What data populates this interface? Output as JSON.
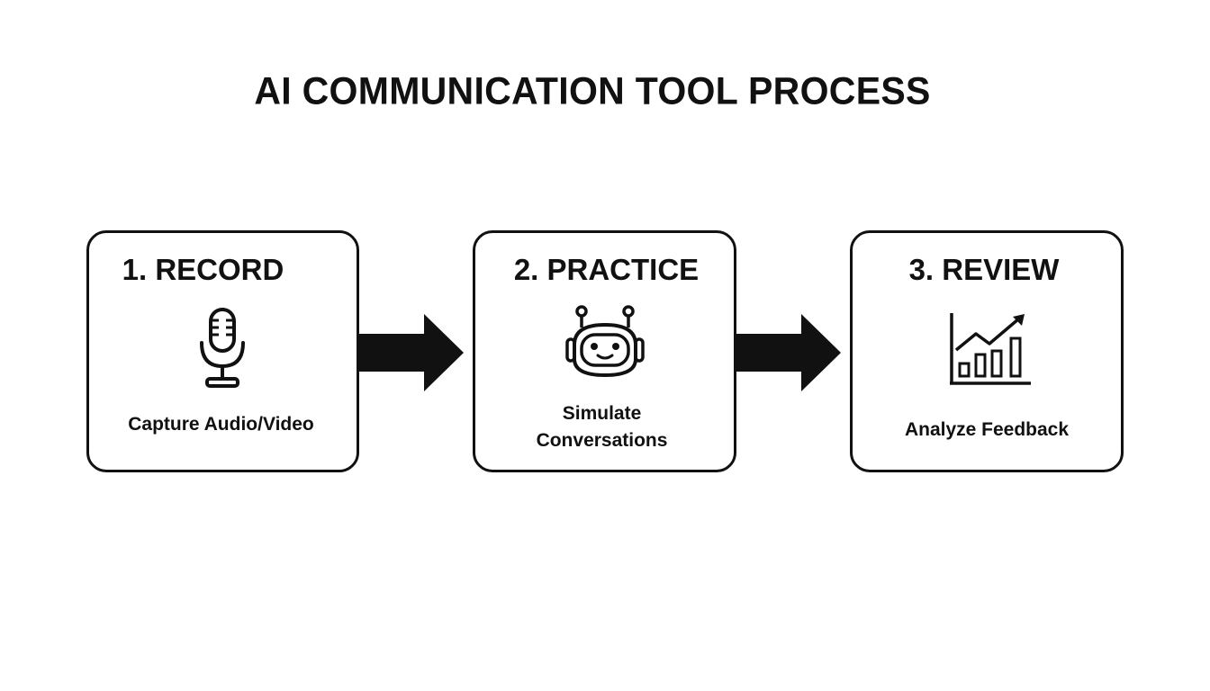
{
  "title": "AI COMMUNICATION TOOL PROCESS",
  "steps": [
    {
      "heading": "1. RECORD",
      "icon": "microphone-icon",
      "caption_lines": [
        "Capture Audio/Video"
      ]
    },
    {
      "heading": "2. PRACTICE",
      "icon": "robot-icon",
      "caption_lines": [
        "Simulate",
        "Conversations"
      ]
    },
    {
      "heading": "3. REVIEW",
      "icon": "growth-chart-icon",
      "caption_lines": [
        "Analyze Feedback"
      ]
    }
  ],
  "colors": {
    "stroke": "#111111",
    "background": "#ffffff"
  }
}
